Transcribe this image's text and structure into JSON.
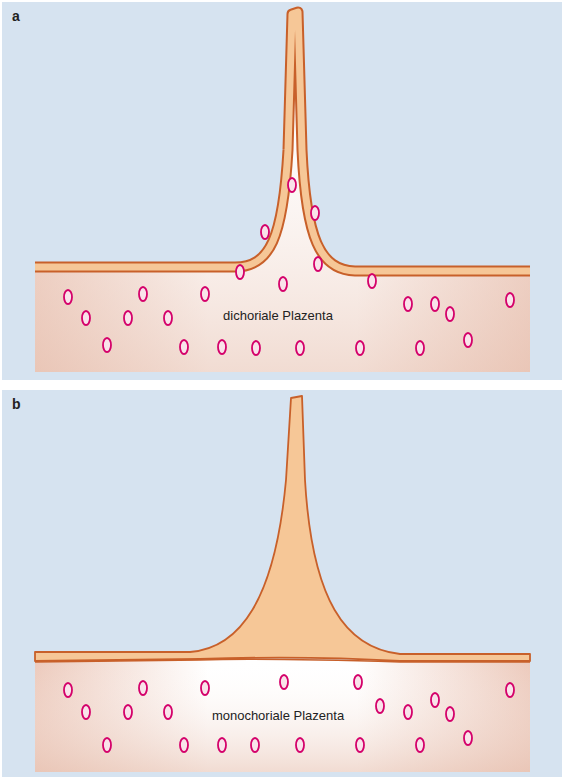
{
  "diagram": {
    "labels": [
      "a",
      "dichoriale Plazenta",
      "b",
      "monochoriale Plazenta"
    ]
  }
}
